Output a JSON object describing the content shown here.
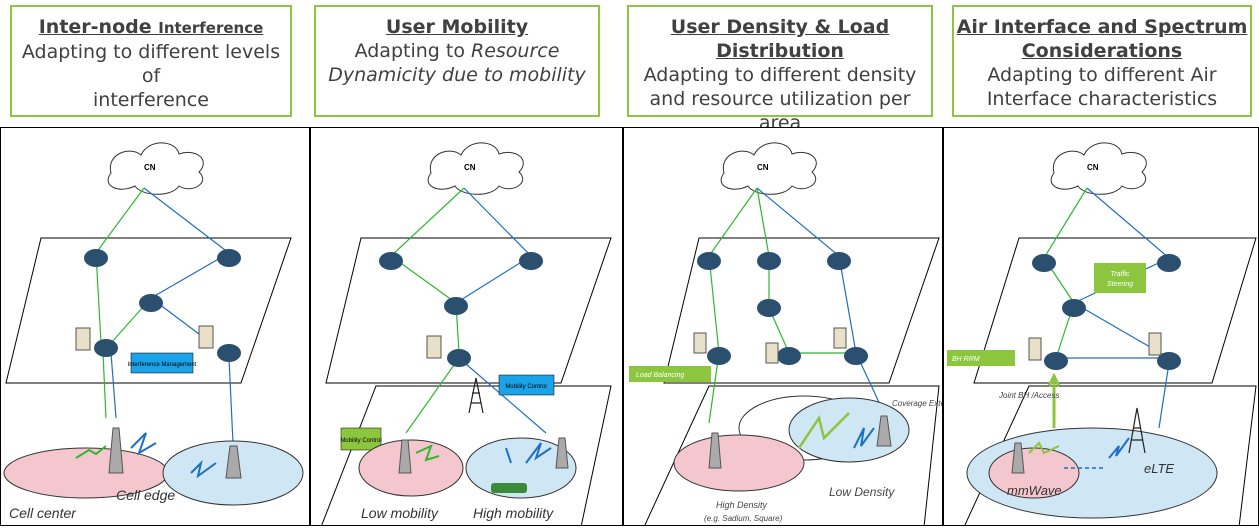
{
  "headers": [
    {
      "title": "Inter-node",
      "title_small": "Interference",
      "desc1": "Adapting to different levels of",
      "desc2": "interference",
      "desc2_italic": false
    },
    {
      "title": "User Mobility",
      "title_small": "",
      "desc1": "Adapting to",
      "desc1_italic": "Resource",
      "desc2": "Dynamicity due to mobility",
      "desc2_italic": true
    },
    {
      "title": "User Density & Load",
      "title2": "Distribution",
      "desc1": "Adapting to different density",
      "desc2": "and resource utilization per area"
    },
    {
      "title": "Air Interface and Spectrum",
      "title2": "Considerations",
      "desc1": "Adapting to different Air",
      "desc2": "Interface characteristics"
    }
  ],
  "panels": {
    "p1": {
      "cn": "CN",
      "box": "Interference Management",
      "cell_center": "Cell center",
      "cell_edge": "Cell edge"
    },
    "p2": {
      "cn": "CN",
      "box_top": "Mobility Control",
      "box_left": "Mobility Control",
      "low": "Low mobility",
      "high": "High mobility"
    },
    "p3": {
      "cn": "CN",
      "box": "Load Balancing",
      "coverage": "Coverage Extension",
      "low_density": "Low Density",
      "high_density": "High Density",
      "high_density_eg": "(e.g. Sadium, Square)"
    },
    "p4": {
      "cn": "CN",
      "traffic": "Traffic Steering",
      "bhrrm": "BH RRM",
      "joint": "Joint BH /Access",
      "mmwave": "mmWave",
      "elte": "eLTE"
    }
  },
  "colors": {
    "green": "#2eb82e",
    "blue": "#1f6fc5",
    "accent_green": "#8cc63f",
    "accent_blue": "#1aa3e8",
    "pink": "#f4c7cf",
    "lightblue": "#cfe6f4"
  }
}
